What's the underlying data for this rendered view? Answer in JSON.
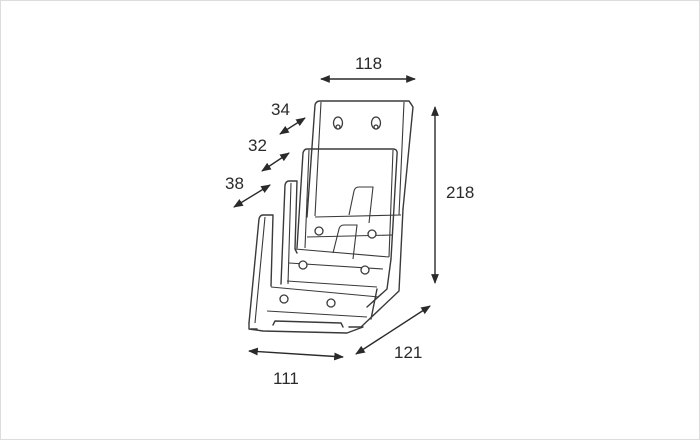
{
  "dimensions": {
    "top_width": "118",
    "depth_step_1": "34",
    "depth_step_2": "32",
    "depth_step_3": "38",
    "height": "218",
    "base_width": "111",
    "base_depth": "121"
  },
  "colors": {
    "background": "#ffffff",
    "border": "#dcdcdc",
    "line": "#3a3a3a"
  }
}
